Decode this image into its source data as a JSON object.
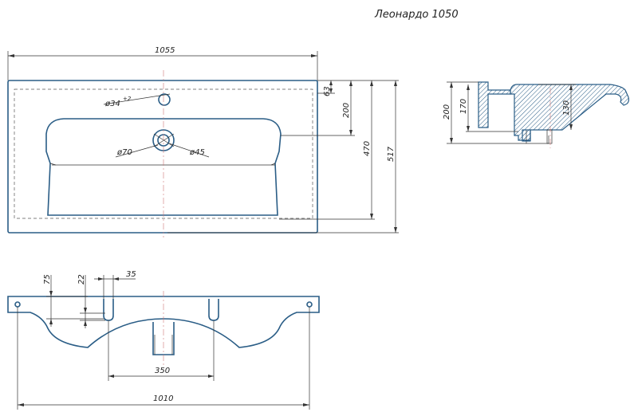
{
  "title": "Леонардо 1050",
  "dimensions": {
    "overall_width": "1055",
    "depth_back": "63",
    "bowl_to_tap": "200",
    "bowl_depth": "470",
    "overall_depth": "517",
    "tap_hole": "ø34",
    "tap_hole_tol": "+2",
    "drain_outer": "ø70",
    "drain_inner": "ø45",
    "side_height": "200",
    "side_inner": "170",
    "side_bowl": "130",
    "front_75": "75",
    "front_22": "22",
    "front_35": "35",
    "front_350": "350",
    "front_1010": "1010"
  }
}
